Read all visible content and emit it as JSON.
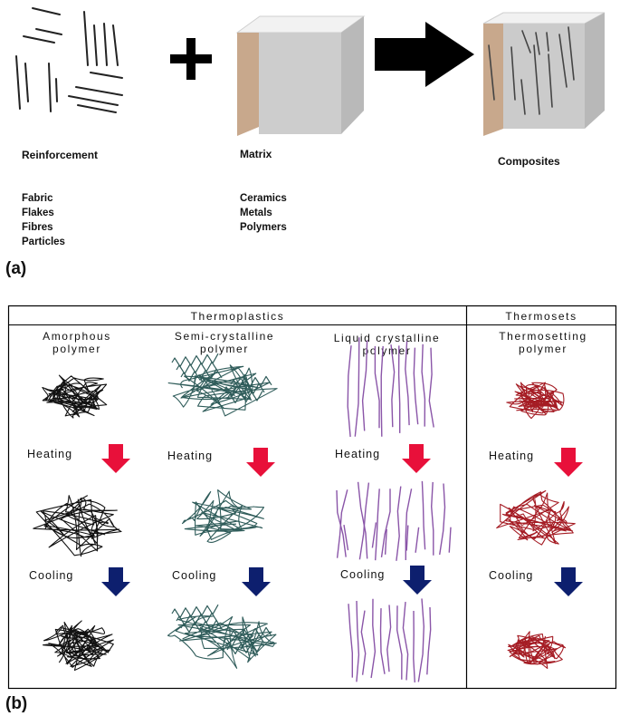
{
  "panel_a": {
    "tag": "(a)",
    "reinforcement": {
      "title": "Reinforcement",
      "items": [
        "Fabric",
        "Flakes",
        "Fibres",
        "Particles"
      ]
    },
    "matrix": {
      "title": "Matrix",
      "items": [
        "Ceramics",
        "Metals",
        "Polymers"
      ]
    },
    "composites": {
      "title": "Composites"
    }
  },
  "panel_b": {
    "tag": "(b)",
    "group_thermoplastics": "Thermoplastics",
    "group_thermosets": "Thermosets",
    "columns": [
      {
        "line1": "Amorphous",
        "line2": "polymer"
      },
      {
        "line1": "Semi-crystalline",
        "line2": "polymer"
      },
      {
        "line1": "Liquid crystalline",
        "line2": "polymer"
      },
      {
        "line1": "Thermosetting",
        "line2": "polymer"
      }
    ],
    "heating_label": "Heating",
    "cooling_label": "Cooling",
    "colors": {
      "amorphous": "#111111",
      "semicrystalline": "#2f5c5a",
      "liquid_crystalline": "#8a55a8",
      "thermoset": "#a51c24",
      "heating_arrow": "#e8103a",
      "cooling_arrow": "#0d1f6e"
    }
  }
}
